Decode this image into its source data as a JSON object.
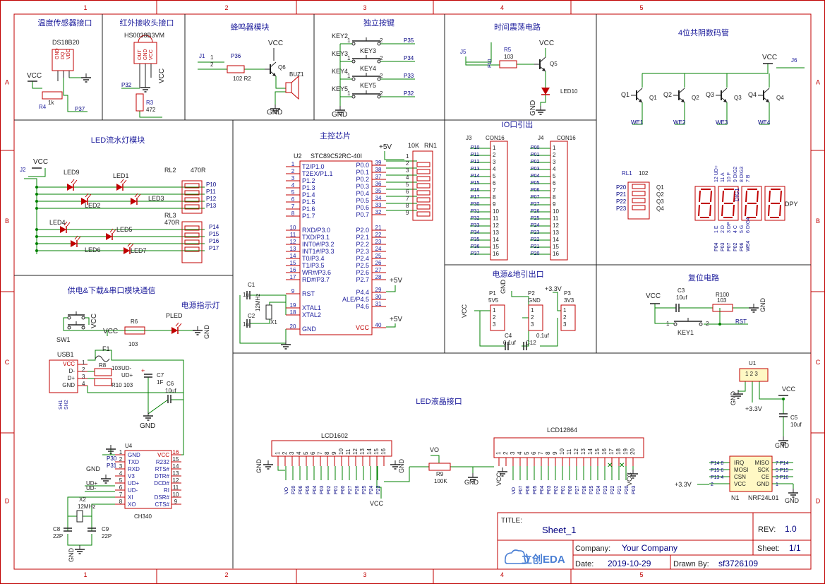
{
  "grid": {
    "cols": [
      "1",
      "2",
      "3",
      "4",
      "5"
    ],
    "rows": [
      "A",
      "B",
      "C",
      "D"
    ]
  },
  "blocks": {
    "temp": "温度传感器接口",
    "ir": "红外接收头接口",
    "buzzer": "蜂鸣器模块",
    "keys": "独立按键",
    "osc": "时间震荡电路",
    "seg": "4位共阴数码管",
    "ledflow": "LED流水灯模块",
    "mcu": "主控芯片",
    "io": "IO口引出",
    "power_usb": "供电&下载&串口模块通信",
    "power_ind": "电源指示灯",
    "power_gnd": "电源&地引出口",
    "reset": "复位电路",
    "lcd": "LED液晶接口"
  },
  "temp": {
    "part": "DS18B20",
    "pins": [
      "GND",
      "DQ",
      "VDD"
    ],
    "pin_nums": [
      "1",
      "2",
      "3"
    ],
    "vcc": "VCC",
    "r": "R4",
    "r_val": "1k",
    "net": "P37"
  },
  "ir": {
    "part": "HS0038B3VM",
    "pins": [
      "OUT",
      "GND",
      "VCC"
    ],
    "pin_nums": [
      "1",
      "2",
      "3"
    ],
    "net": "P32",
    "r": "R3",
    "r_val": "472",
    "vcc": "VCC"
  },
  "buzzer": {
    "vcc": "VCC",
    "conn": "J1",
    "pin1": "1",
    "pin2": "2",
    "net": "P36",
    "r": "R2",
    "r_val": "102",
    "q": "Q6",
    "bz": "BUZ1",
    "gnd": "GND"
  },
  "keys": {
    "items": [
      {
        "name": "KEY2",
        "net": "P35"
      },
      {
        "name": "KEY3",
        "net": "P34"
      },
      {
        "name": "KEY4",
        "net": "P33"
      },
      {
        "name": "KEY5",
        "net": "P32"
      }
    ],
    "gnd": "GND",
    "p1": "1",
    "p2": "2"
  },
  "osc": {
    "conn": "J5",
    "net": "P10",
    "r": "R5",
    "r_val": "103",
    "q": "Q5",
    "vcc": "VCC",
    "led": "LED10",
    "gnd": "GND"
  },
  "seg": {
    "vcc": "VCC",
    "conn": "J6",
    "transistors": [
      {
        "q": "Q1",
        "net": "WE1"
      },
      {
        "q": "Q2",
        "net": "WE2"
      },
      {
        "q": "Q3",
        "net": "WE3"
      },
      {
        "q": "Q4",
        "net": "WE4"
      }
    ],
    "rl": "RL1",
    "rl_val": "102",
    "rl_nets": [
      "P20",
      "P21",
      "P22",
      "P23"
    ],
    "rl_q": [
      "Q1",
      "Q2",
      "Q3",
      "Q4"
    ],
    "top_pins": [
      "12 UD+",
      "11 A",
      "10 F",
      "9 DIG2",
      "8 DIG3",
      "7 B"
    ],
    "bot_pins": [
      "1 E",
      "2 D",
      "3 DP",
      "4 C",
      "5 G",
      "6 DIG4"
    ],
    "bot_nets": [
      "P04",
      "P03",
      "P07",
      "P02",
      "P06",
      "WE4"
    ],
    "dpy": "DPY",
    "dig1": "DIG1"
  },
  "ledflow": {
    "vcc": "VCC",
    "conn": "J2",
    "rl2": "RL2",
    "rl2_val": "470R",
    "rl3": "RL3",
    "rl3_val": "470R",
    "nets1": [
      "P10",
      "P11",
      "P12",
      "P13"
    ],
    "nets2": [
      "P14",
      "P15",
      "P16",
      "P17"
    ],
    "leds": [
      "LED9",
      "LED1",
      "LED2",
      "LED3",
      "LED4",
      "LED5",
      "LED6",
      "LED7"
    ]
  },
  "mcu": {
    "vcc5": "+5V",
    "part": "U2",
    "model": "STC89C52RC-40I",
    "rn": "RN1",
    "rn_val": "10K",
    "left": [
      [
        "1",
        "T2/P1.0"
      ],
      [
        "2",
        "T2EX/P1.1"
      ],
      [
        "3",
        "P1.2"
      ],
      [
        "4",
        "P1.3"
      ],
      [
        "5",
        "P1.4"
      ],
      [
        "6",
        "P1.5"
      ],
      [
        "7",
        "P1.6"
      ],
      [
        "8",
        "P1.7"
      ],
      [
        "10",
        "RXD/P3.0"
      ],
      [
        "11",
        "TXD/P3.1"
      ],
      [
        "12",
        "INT0#/P3.2"
      ],
      [
        "13",
        "INT1#/P3.3"
      ],
      [
        "14",
        "T0/P3.4"
      ],
      [
        "15",
        "T1/P3.5"
      ],
      [
        "16",
        "WR#/P3.6"
      ],
      [
        "17",
        "RD#/P3.7"
      ],
      [
        "9",
        "RST"
      ],
      [
        "19",
        "XTAL1"
      ],
      [
        "18",
        "XTAL2"
      ],
      [
        "20",
        "GND"
      ]
    ],
    "right": [
      [
        "39",
        "P0.0"
      ],
      [
        "38",
        "P0.1"
      ],
      [
        "37",
        "P0.2"
      ],
      [
        "36",
        "P0.3"
      ],
      [
        "35",
        "P0.4"
      ],
      [
        "34",
        "P0.5"
      ],
      [
        "33",
        "P0.6"
      ],
      [
        "32",
        "P0.7"
      ],
      [
        "21",
        "P2.0"
      ],
      [
        "22",
        "P2.1"
      ],
      [
        "23",
        "P2.2"
      ],
      [
        "24",
        "P2.3"
      ],
      [
        "25",
        "P2.4"
      ],
      [
        "26",
        "P2.5"
      ],
      [
        "27",
        "P2.6"
      ],
      [
        "28",
        "P2.7"
      ],
      [
        "29",
        "P4.4"
      ],
      [
        "30",
        "ALE/P4.5"
      ],
      [
        "31",
        "P4.6"
      ],
      [
        "40",
        "VCC"
      ]
    ],
    "rn_pins": [
      "1",
      "2",
      "3",
      "4",
      "5",
      "6",
      "7",
      "8",
      "9"
    ],
    "c1": "C1",
    "c1v": "1u",
    "c2": "C2",
    "c2v": "1u",
    "xtal": "12MHz",
    "x1": "X1",
    "vcc_a": "+5V",
    "vcc_b": "+5V"
  },
  "io": {
    "j3": "J3",
    "j3p": "CON16",
    "j4": "J4",
    "j4p": "CON16",
    "j3nets": [
      "P10",
      "P11",
      "P12",
      "P13",
      "P14",
      "P15",
      "P16",
      "P17",
      "P30",
      "P31",
      "P32",
      "P33",
      "P34",
      "P35",
      "P36",
      "P37"
    ],
    "j4nets": [
      "P00",
      "P01",
      "P02",
      "P03",
      "P04",
      "P05",
      "P06",
      "P07",
      "P27",
      "P26",
      "P25",
      "P24",
      "P23",
      "P22",
      "P21",
      "P20"
    ],
    "pins": [
      "1",
      "2",
      "3",
      "4",
      "5",
      "6",
      "7",
      "8",
      "9",
      "10",
      "11",
      "12",
      "13",
      "14",
      "15",
      "16"
    ]
  },
  "pwr": {
    "p1": "P1",
    "p1v": "5V5",
    "p2": "P2",
    "p2v": "GND",
    "p3": "P3",
    "p3v": "3V3",
    "v33": "+3.3V",
    "vcc": "VCC",
    "gnd": "GND",
    "c4": "C4",
    "c4v": "0.1uf",
    "c12": "C12",
    "c12v": "0.1uf",
    "pins": [
      "1",
      "2",
      "3"
    ]
  },
  "reset": {
    "vcc": "VCC",
    "c3": "C3",
    "c3v": "10uf",
    "r": "R100",
    "rv": "103",
    "key": "KEY1",
    "net": "RST",
    "p1": "1",
    "p2": "2"
  },
  "usbpwr": {
    "sw": "SW1",
    "vcc": "VCC",
    "r6": "R6",
    "r6v": "103",
    "led": "PLED",
    "gnd": "GND",
    "usb": "USB1",
    "usb_pins": [
      "VCC",
      "D-",
      "D+",
      "GND"
    ],
    "usb_nums": [
      "1",
      "2",
      "3",
      "4"
    ],
    "sh": [
      "SH1",
      "SH2"
    ],
    "f1": "F1",
    "r8": "R8",
    "r8v": "103",
    "r10": "R10",
    "r10v": "103",
    "udm": "UD-",
    "udp": "UD+",
    "c7": "C7",
    "c7v": "1F",
    "c6": "C6",
    "c6v": "10uf"
  },
  "ch340": {
    "part": "U4",
    "model": "CH340",
    "left": [
      [
        "1",
        "GND"
      ],
      [
        "2",
        "TXD"
      ],
      [
        "3",
        "RXD"
      ],
      [
        "4",
        "V3"
      ],
      [
        "5",
        "UD+"
      ],
      [
        "6",
        "UD-"
      ],
      [
        "7",
        "XI"
      ],
      [
        "8",
        "XO"
      ]
    ],
    "right": [
      [
        "16",
        "VCC"
      ],
      [
        "15",
        "R232"
      ],
      [
        "14",
        "RTS#"
      ],
      [
        "13",
        "DTR#"
      ],
      [
        "12",
        "DCD#"
      ],
      [
        "11",
        "RI"
      ],
      [
        "10",
        "DSR#"
      ],
      [
        "9",
        "CTS#"
      ]
    ],
    "nets": [
      "P30",
      "P31"
    ],
    "gnd": "GND",
    "x2": "X2",
    "x2v": "12MHz",
    "c8": "C8",
    "c8v": "22P",
    "c9": "C9",
    "c9v": "22P",
    "udp": "UD+",
    "udm": "UD-"
  },
  "lcd": {
    "lcd1": "LCD1602",
    "lcd2": "LCD12864",
    "vo": "VO",
    "r9": "R9",
    "r9v": "100K",
    "gnd": "GND",
    "vcc": "VCC",
    "nets1": [
      "VO",
      "P20",
      "P06",
      "P05",
      "P04",
      "P03",
      "P02",
      "P01",
      "P00",
      "P27",
      "P26",
      "P25",
      "P24",
      "P23"
    ],
    "nets2": [
      "VO",
      "P07",
      "P06",
      "P05",
      "P04",
      "P03",
      "P02",
      "P01",
      "P00",
      "P27",
      "P26",
      "P25",
      "P24",
      "P23",
      "P22",
      "P21",
      "P20",
      "P03"
    ]
  },
  "u1": {
    "part": "U1",
    "pins": "1 2 3",
    "vcc": "VCC",
    "gnd": "GND",
    "v33": "+3.3V",
    "c5": "C5",
    "c5v": "10uf"
  },
  "nrf": {
    "part": "N1",
    "model": "NRF24L01",
    "left": [
      "IRQ",
      "MOSI",
      "CSN",
      "VCC"
    ],
    "right": [
      "MISO",
      "SCK",
      "CE",
      "GND"
    ],
    "lnets": [
      "P14 8",
      "P15 6",
      "P13 4",
      "2"
    ],
    "rnets": [
      "7 P14",
      "5 P15",
      "3 P16",
      "1"
    ],
    "v33": "+3.3V",
    "gnd": "GND"
  },
  "titleblock": {
    "title_label": "TITLE:",
    "title": "Sheet_1",
    "rev_label": "REV:",
    "rev": "1.0",
    "company_label": "Company:",
    "company": "Your Company",
    "sheet_label": "Sheet:",
    "sheet": "1/1",
    "date_label": "Date:",
    "date": "2019-10-29",
    "drawn_label": "Drawn By:",
    "drawn": "sf3726109",
    "logo": "立创EDA"
  }
}
